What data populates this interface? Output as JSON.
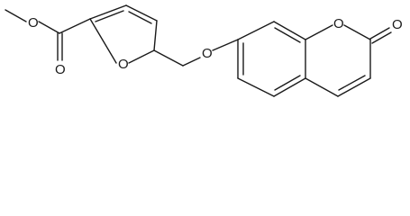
{
  "molecule": {
    "atom_labels": {
      "ether_o_methyl": "O",
      "carbonyl_o_ester": "O",
      "furan_o": "O",
      "ether_o_linker": "O",
      "lactone_ring_o": "O",
      "carbonyl_o_lactone": "O"
    },
    "colors": {
      "bond": "#1a1a1a",
      "label": "#1a1a1a",
      "background": "#ffffff"
    }
  }
}
